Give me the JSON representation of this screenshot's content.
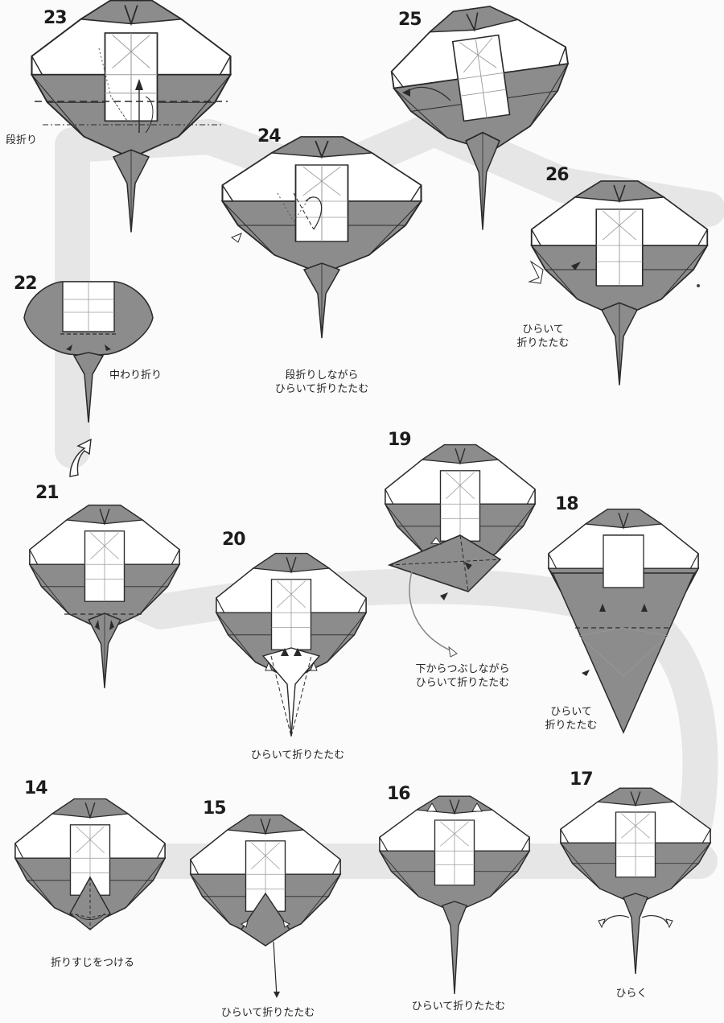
{
  "colors": {
    "paper_white": "#ffffff",
    "paper_gray": "#8c8c8c",
    "line": "#2a2a2a",
    "crease": "#9a9a9a",
    "path_band": "#e6e6e6"
  },
  "steps": [
    {
      "num": "14",
      "label": "折りすじをつける"
    },
    {
      "num": "15",
      "label": "ひらいて折りたたむ"
    },
    {
      "num": "16",
      "label": "ひらいて折りたたむ"
    },
    {
      "num": "17",
      "label": "ひらく"
    },
    {
      "num": "18",
      "label": "ひらいて\n折りたたむ"
    },
    {
      "num": "19",
      "label": "下からつぶしながら\nひらいて折りたたむ"
    },
    {
      "num": "20",
      "label": "ひらいて折りたたむ"
    },
    {
      "num": "21",
      "label": ""
    },
    {
      "num": "22",
      "label": "中わり折り"
    },
    {
      "num": "23",
      "label": "段折り"
    },
    {
      "num": "24",
      "label": "段折りしながら\nひらいて折りたたむ"
    },
    {
      "num": "25",
      "label": ""
    },
    {
      "num": "26",
      "label": "ひらいて\n折りたたむ"
    }
  ]
}
